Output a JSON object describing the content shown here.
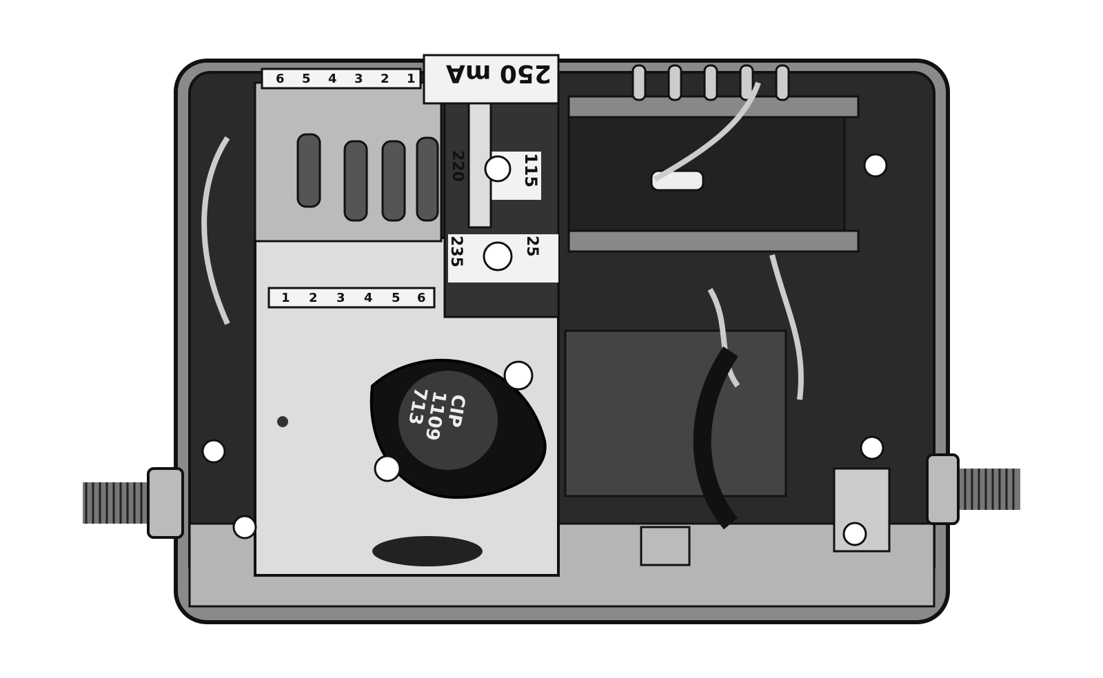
{
  "fuse": {
    "rating": "250 mA"
  },
  "voltage_selector": {
    "v115": "115",
    "v220": "220",
    "v235": "235",
    "v25": "25"
  },
  "transistor": {
    "line1": "CIP",
    "line2": "1109",
    "line3": "713"
  },
  "terminal_strip_top": [
    "6",
    "5",
    "4",
    "3",
    "2",
    "1"
  ],
  "terminal_strip_bottom": [
    "1",
    "2",
    "3",
    "4",
    "5",
    "6"
  ]
}
